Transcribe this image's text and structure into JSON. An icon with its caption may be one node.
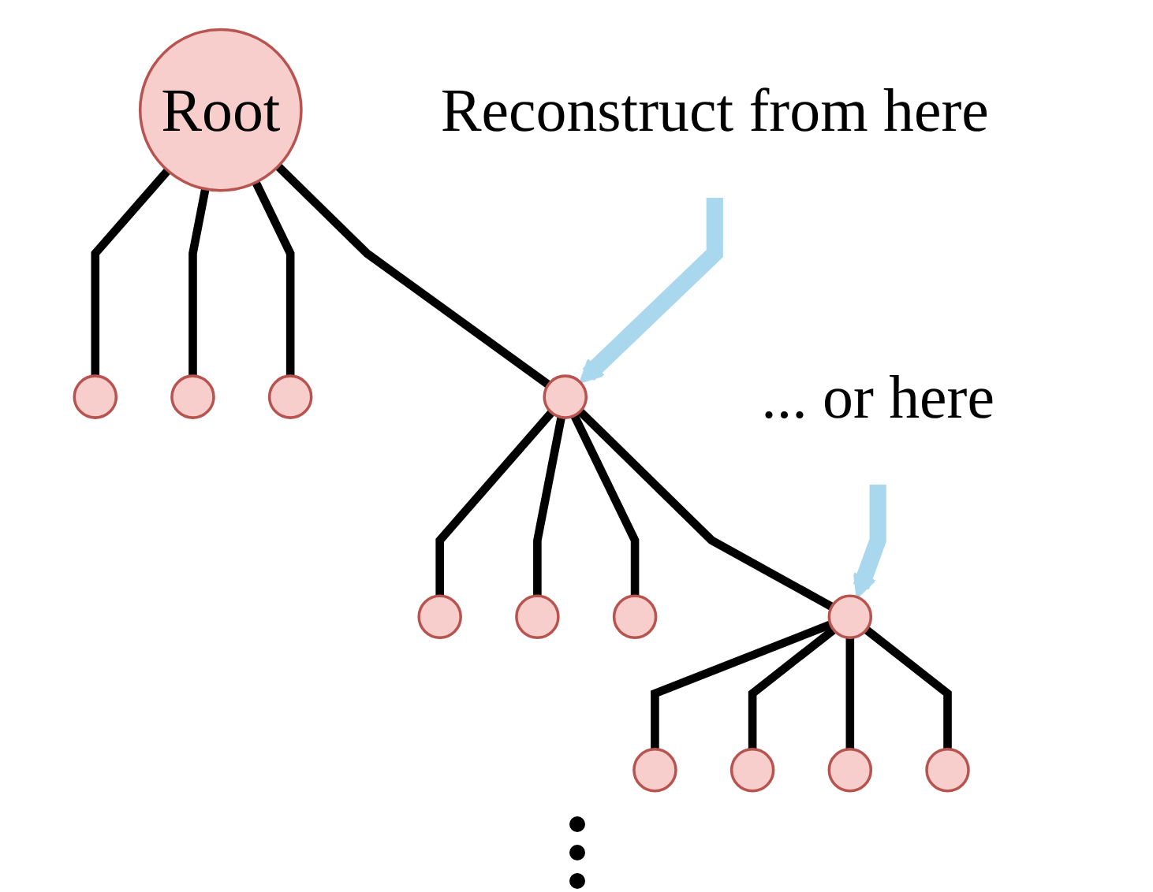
{
  "diagram": {
    "nodes": [
      {
        "text": [
          "Root"
        ]
      },
      {
        "text": [],
        "shape": "circle"
      },
      {
        "text": [],
        "shape": "circle"
      },
      {
        "text": [],
        "shape": "circle"
      },
      {
        "text": [],
        "shape": "circle"
      },
      {
        "text": [
          "Reconstruct from here"
        ]
      },
      {
        "text": [],
        "shape": "circle"
      },
      {
        "text": [],
        "shape": "circle"
      },
      {
        "text": [],
        "shape": "circle"
      },
      {
        "text": [],
        "shape": "circle"
      },
      {
        "text": [
          "... or here"
        ]
      },
      {
        "text": [],
        "shape": "circle"
      },
      {
        "text": [],
        "shape": "circle"
      },
      {
        "text": [],
        "shape": "circle"
      },
      {
        "text": [],
        "shape": "circle"
      }
    ],
    "edges": [
      {
        "from": 0,
        "to": 1,
        "arrow": "none"
      },
      {
        "from": 0,
        "to": 2,
        "arrow": "none"
      },
      {
        "from": 0,
        "to": 3,
        "arrow": "none"
      },
      {
        "from": 0,
        "to": 4,
        "arrow": "none"
      },
      {
        "from": 5,
        "to": 4,
        "arrow": "to",
        "style": "thick",
        "color": "#a9d8ee"
      },
      {
        "from": 4,
        "to": 6,
        "arrow": "none"
      },
      {
        "from": 4,
        "to": 7,
        "arrow": "none"
      },
      {
        "from": 4,
        "to": 8,
        "arrow": "none"
      },
      {
        "from": 4,
        "to": 9,
        "arrow": "none"
      },
      {
        "from": 10,
        "to": 9,
        "arrow": "to",
        "style": "thick",
        "color": "#a9d8ee"
      },
      {
        "from": 9,
        "to": 11,
        "arrow": "none"
      },
      {
        "from": 9,
        "to": 12,
        "arrow": "none"
      },
      {
        "from": 9,
        "to": 13,
        "arrow": "none"
      },
      {
        "from": 9,
        "to": 14,
        "arrow": "none"
      }
    ]
  }
}
